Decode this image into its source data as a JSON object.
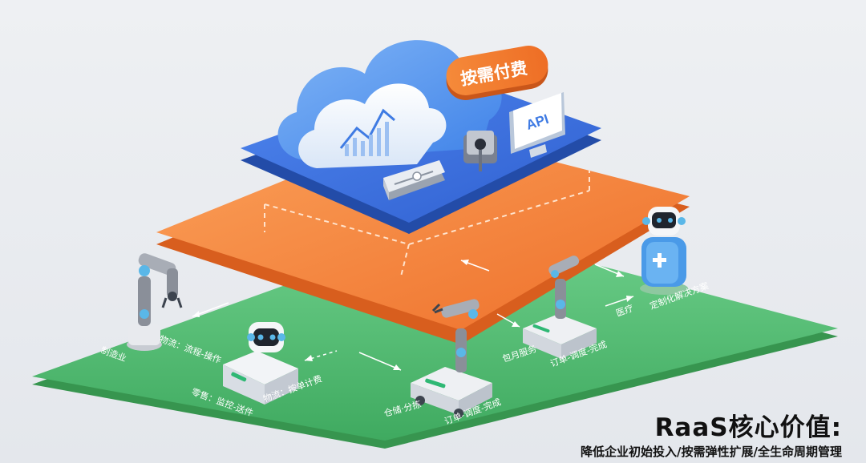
{
  "badge": {
    "pay_per_use": "按需付费"
  },
  "cloud_layer": {
    "api_label": "API"
  },
  "labels": {
    "manufacturing": "制造业",
    "logistics_flow": "物流：流程-操作",
    "retail_delivery": "零售：监控-送件",
    "logistics_pay": "物流：按单计费",
    "warehouse": "仓储·分拣",
    "order_flow_1": "订单-调度-完成",
    "monthly_service": "包月服务",
    "order_flow_2": "订单-调度-完成",
    "medical": "医疗",
    "custom_solution": "定制化解决方案"
  },
  "footer": {
    "title": "RaaS核心价值:",
    "subtitle": "降低企业初始投入/按需弹性扩展/全生命周期管理"
  },
  "colors": {
    "green_layer": "#5cc27a",
    "orange_layer": "#f3833a",
    "blue_layer": "#3f74e0",
    "cloud": "#5b9cf0",
    "badge": "#f07a2a"
  }
}
